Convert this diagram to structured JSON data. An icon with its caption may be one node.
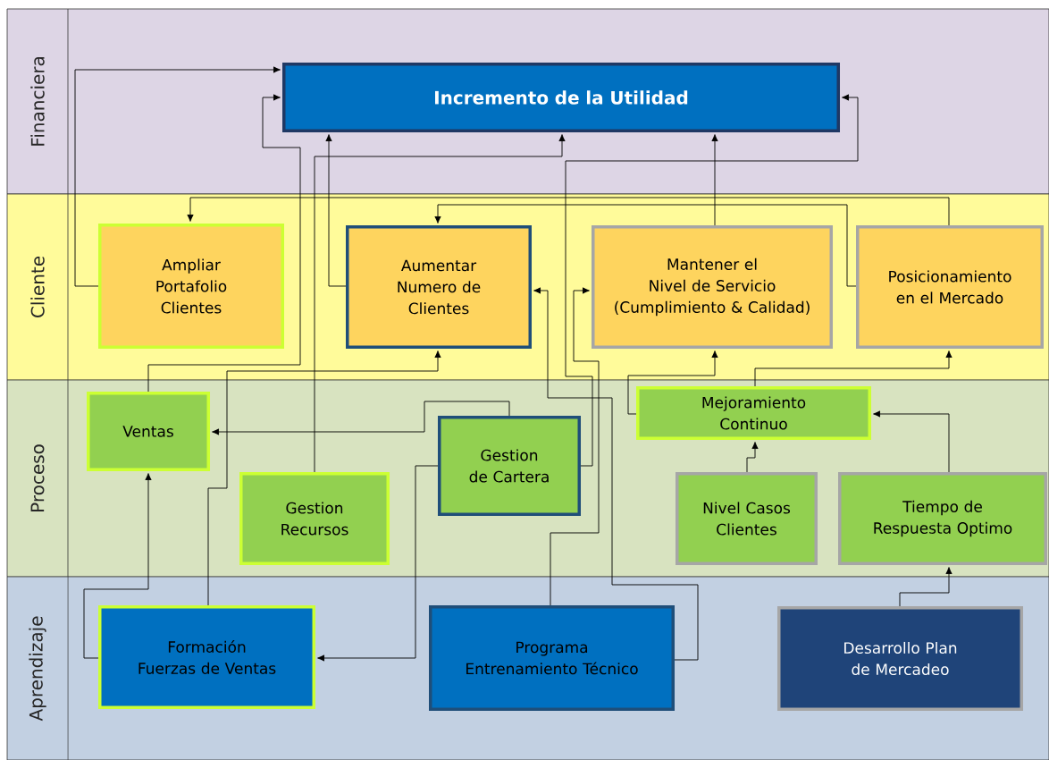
{
  "diagram": {
    "nodes": [
      {
        "text": [
          "Financiera"
        ]
      },
      {
        "text": [
          "Cliente"
        ]
      },
      {
        "text": [
          "Proceso"
        ]
      },
      {
        "text": [
          "Aprendizaje"
        ]
      },
      {
        "text": [
          "Incremento de la Utilidad"
        ],
        "in": 0
      },
      {
        "text": [
          "Ampliar Portafolio Clientes"
        ],
        "in": 1
      },
      {
        "text": [
          "Aumentar Numero de Clientes"
        ],
        "in": 1
      },
      {
        "text": [
          "Mantener el Nivel de Servicio (Cumplimiento & Calidad)"
        ],
        "in": 1
      },
      {
        "text": [
          "Posicionamiento en el Mercado"
        ],
        "in": 1
      },
      {
        "text": [
          "Ventas"
        ],
        "in": 2
      },
      {
        "text": [
          "Gestion Recursos"
        ],
        "in": 2
      },
      {
        "text": [
          "Gestion de Cartera"
        ],
        "in": 2
      },
      {
        "text": [
          "Mejoramiento Continuo"
        ],
        "in": 2
      },
      {
        "text": [
          "Nivel Casos Clientes"
        ],
        "in": 2
      },
      {
        "text": [
          "Tiempo de Respuesta Optimo"
        ],
        "in": 2
      },
      {
        "text": [
          "Formación Fuerzas de Ventas"
        ],
        "in": 3
      },
      {
        "text": [
          "Programa Entrenamiento Técnico"
        ],
        "in": 3
      },
      {
        "text": [
          "Desarrollo Plan de Mercadeo"
        ],
        "in": 3
      }
    ],
    "edges": [
      {
        "from": 5,
        "to": 4,
        "arrow": "to"
      },
      {
        "from": 6,
        "to": 4,
        "arrow": "to"
      },
      {
        "from": 9,
        "to": 4,
        "arrow": "to"
      },
      {
        "from": 10,
        "to": 4,
        "arrow": "to"
      },
      {
        "from": 11,
        "to": 4,
        "arrow": "to"
      },
      {
        "from": 7,
        "to": 4,
        "arrow": "to"
      },
      {
        "from": 16,
        "to": 7,
        "arrow": "to"
      },
      {
        "from": 16,
        "to": 6,
        "arrow": "to"
      },
      {
        "from": 12,
        "to": 7,
        "arrow": "to"
      },
      {
        "from": 12,
        "to": 8,
        "arrow": "to"
      },
      {
        "from": 8,
        "to": 5,
        "arrow": "to"
      },
      {
        "from": 8,
        "to": 6,
        "arrow": "to"
      },
      {
        "from": 13,
        "to": 12,
        "arrow": "to"
      },
      {
        "from": 14,
        "to": 12,
        "arrow": "to"
      },
      {
        "from": 17,
        "to": 14,
        "arrow": "to"
      },
      {
        "from": 15,
        "to": 9,
        "arrow": "to"
      },
      {
        "from": 15,
        "to": 6,
        "arrow": "to"
      },
      {
        "from": 11,
        "to": 9,
        "arrow": "to"
      },
      {
        "from": 11,
        "to": 15,
        "arrow": "to"
      }
    ]
  }
}
